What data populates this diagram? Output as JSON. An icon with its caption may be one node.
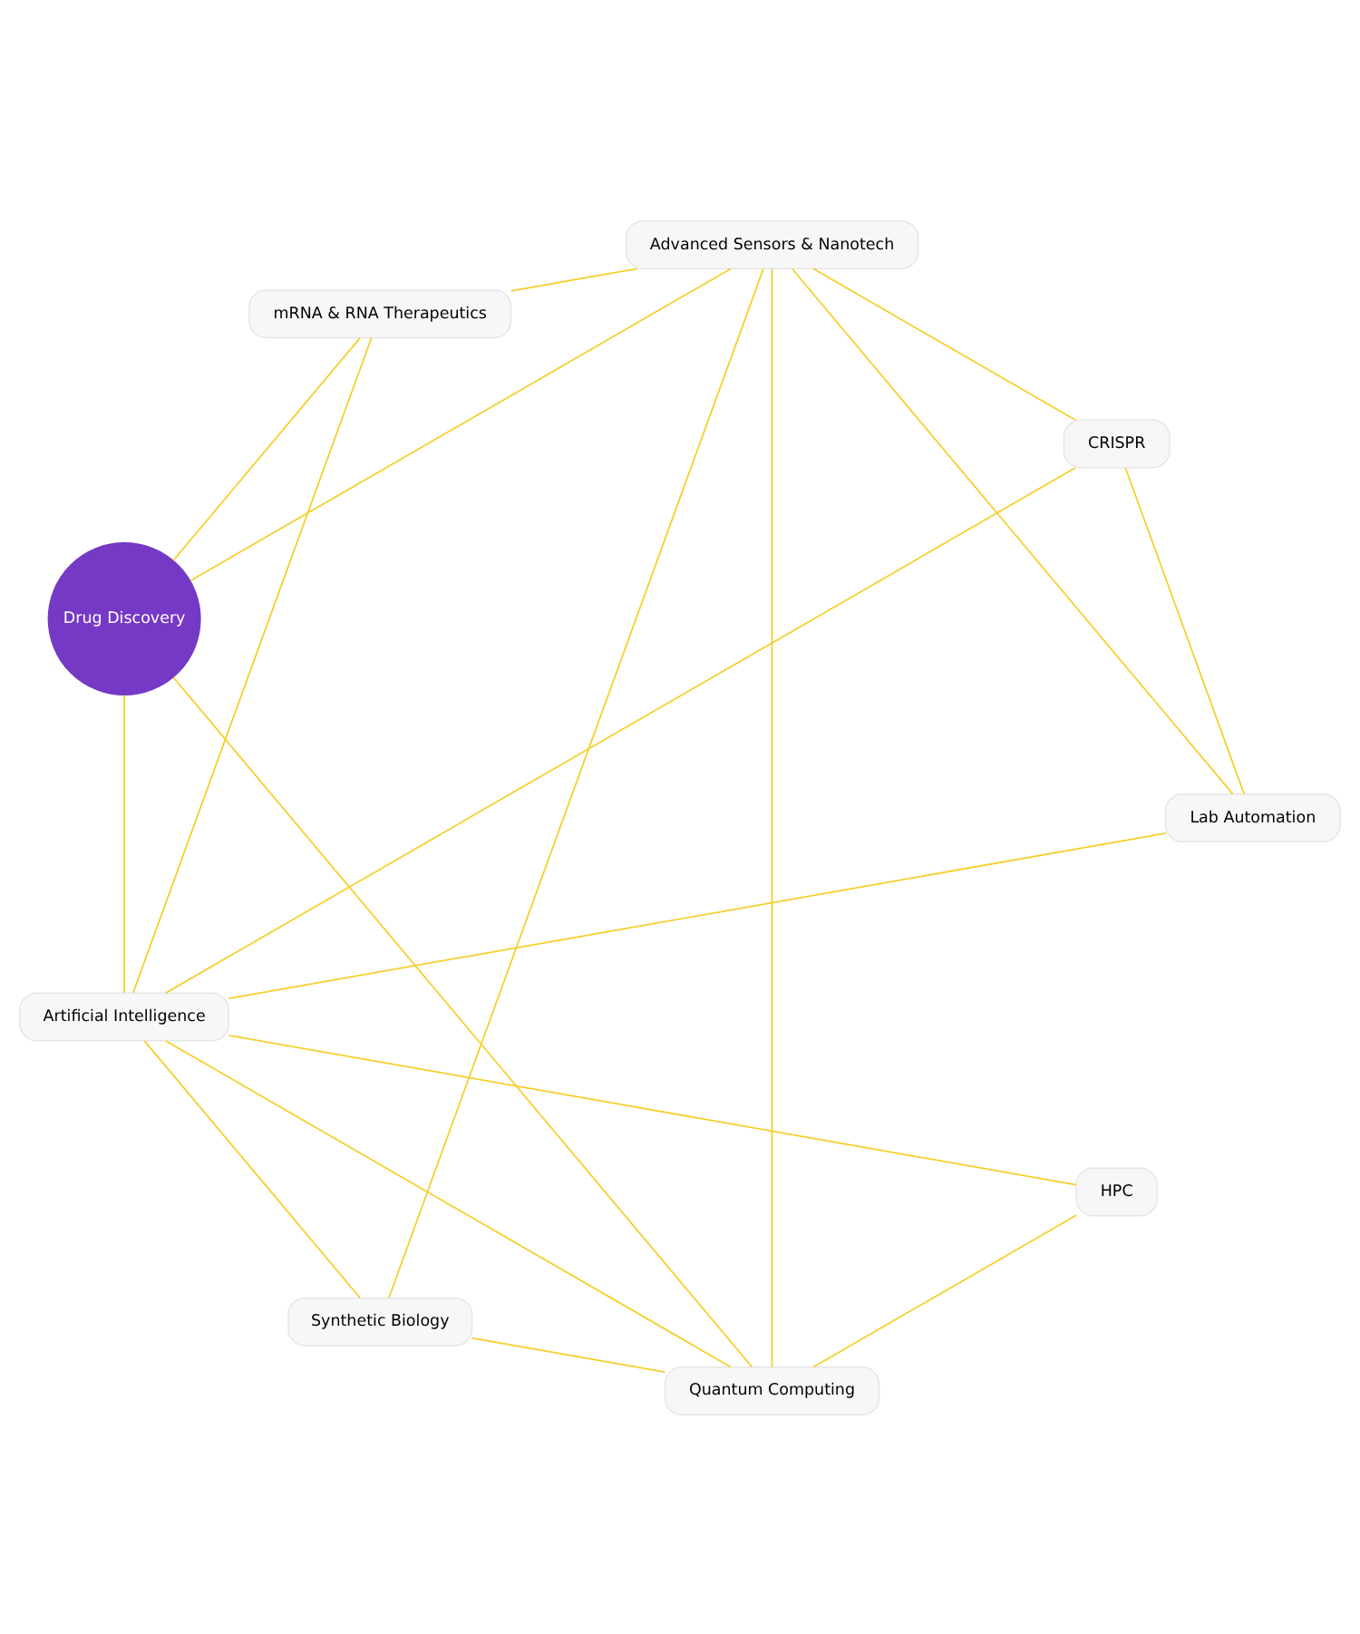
{
  "diagram": {
    "nodes": [
      {
        "text": [
          "HPC"
        ]
      },
      {
        "text": [
          "mRNA & RNA Therapeutics"
        ]
      },
      {
        "text": [
          "Artificial Intelligence"
        ]
      },
      {
        "text": [
          "Lab Automation"
        ]
      },
      {
        "text": [
          "Drug Discovery"
        ]
      },
      {
        "text": [
          "Synthetic Biology"
        ]
      },
      {
        "text": [
          "Advanced Sensors & Nanotech"
        ]
      },
      {
        "text": [
          "Quantum Computing"
        ]
      },
      {
        "text": [
          "CRISPR"
        ]
      }
    ],
    "edges": [
      {
        "from": 0,
        "to": 2,
        "arrow": "none"
      },
      {
        "from": 0,
        "to": 7,
        "arrow": "none"
      },
      {
        "from": 1,
        "to": 2,
        "arrow": "none"
      },
      {
        "from": 1,
        "to": 4,
        "arrow": "none"
      },
      {
        "from": 1,
        "to": 6,
        "arrow": "none"
      },
      {
        "from": 2,
        "to": 3,
        "arrow": "none"
      },
      {
        "from": 2,
        "to": 4,
        "arrow": "none"
      },
      {
        "from": 2,
        "to": 8,
        "arrow": "none"
      },
      {
        "from": 2,
        "to": 7,
        "arrow": "none"
      },
      {
        "from": 2,
        "to": 5,
        "arrow": "none"
      },
      {
        "from": 3,
        "to": 6,
        "arrow": "none"
      },
      {
        "from": 3,
        "to": 8,
        "arrow": "none"
      },
      {
        "from": 5,
        "to": 6,
        "arrow": "none"
      },
      {
        "from": 5,
        "to": 7,
        "arrow": "none"
      },
      {
        "from": 4,
        "to": 6,
        "arrow": "none"
      },
      {
        "from": 4,
        "to": 7,
        "arrow": "none"
      },
      {
        "from": 6,
        "to": 7,
        "arrow": "none"
      },
      {
        "from": 6,
        "to": 8,
        "arrow": "none"
      }
    ]
  }
}
